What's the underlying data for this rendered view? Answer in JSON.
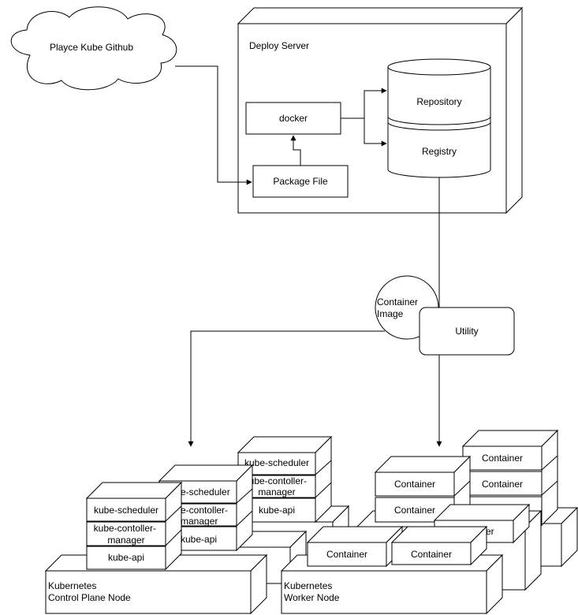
{
  "labels": {
    "cloud": "Playce Kube Github",
    "deploy_server": "Deploy Server",
    "docker": "docker",
    "package_file": "Package File",
    "repository": "Repository",
    "registry": "Registry",
    "container_image_1": "Container",
    "container_image_2": "Image",
    "utility": "Utility",
    "control_plane_1": "Kubernetes",
    "control_plane_2": "Control Plane Node",
    "worker_1": "Kubernetes",
    "worker_2": "Worker Node",
    "kube_scheduler": "kube-scheduler",
    "kube_controller_1": "kube-contoller-",
    "kube_controller_2": "manager",
    "kube_api": "kube-api",
    "container": "Container",
    "partial_scheduler": "e-scheduler",
    "partial_controller_1": "e-contoller-",
    "partial_controller_2": "manager",
    "partial_api": "kube-api",
    "partial_container": "er"
  }
}
